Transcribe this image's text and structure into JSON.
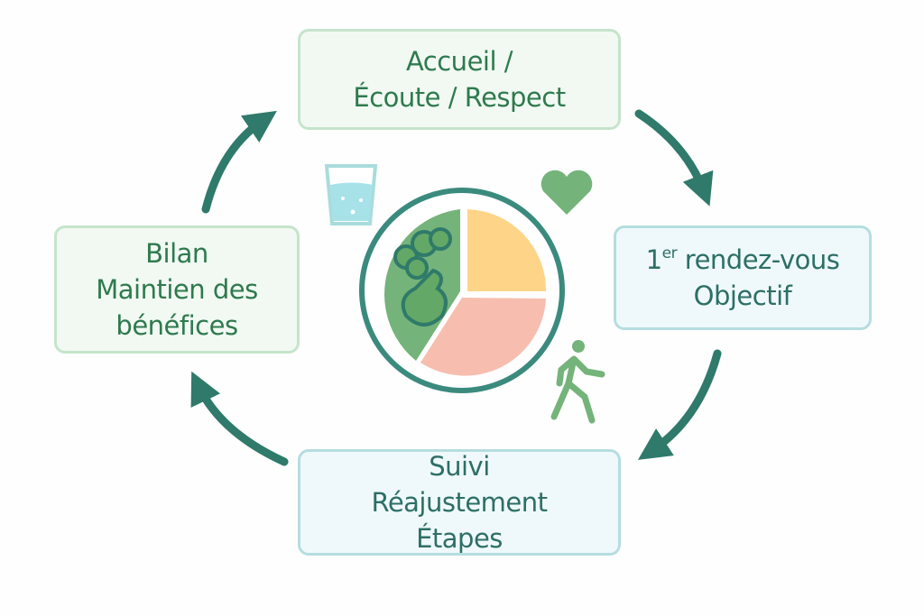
{
  "steps": {
    "top": {
      "line1": "Accueil /",
      "line2": "Écoute / Respect"
    },
    "right": {
      "sup_num": "1",
      "sup": "er",
      "line1_rest": " rendez-vous",
      "line2": "Objectif"
    },
    "bottom": {
      "line1": "Suivi",
      "line2": "Réajustement",
      "line3": "Étapes"
    },
    "left": {
      "line1": "Bilan",
      "line2": "Maintien des",
      "line3": "bénéfices"
    }
  },
  "colors": {
    "arrow": "#2f7a6a",
    "green": "#2e7a4e",
    "teal": "#2d6f66",
    "veg": "#6fb17a",
    "carb": "#fdd488",
    "protein": "#f7beaf"
  }
}
